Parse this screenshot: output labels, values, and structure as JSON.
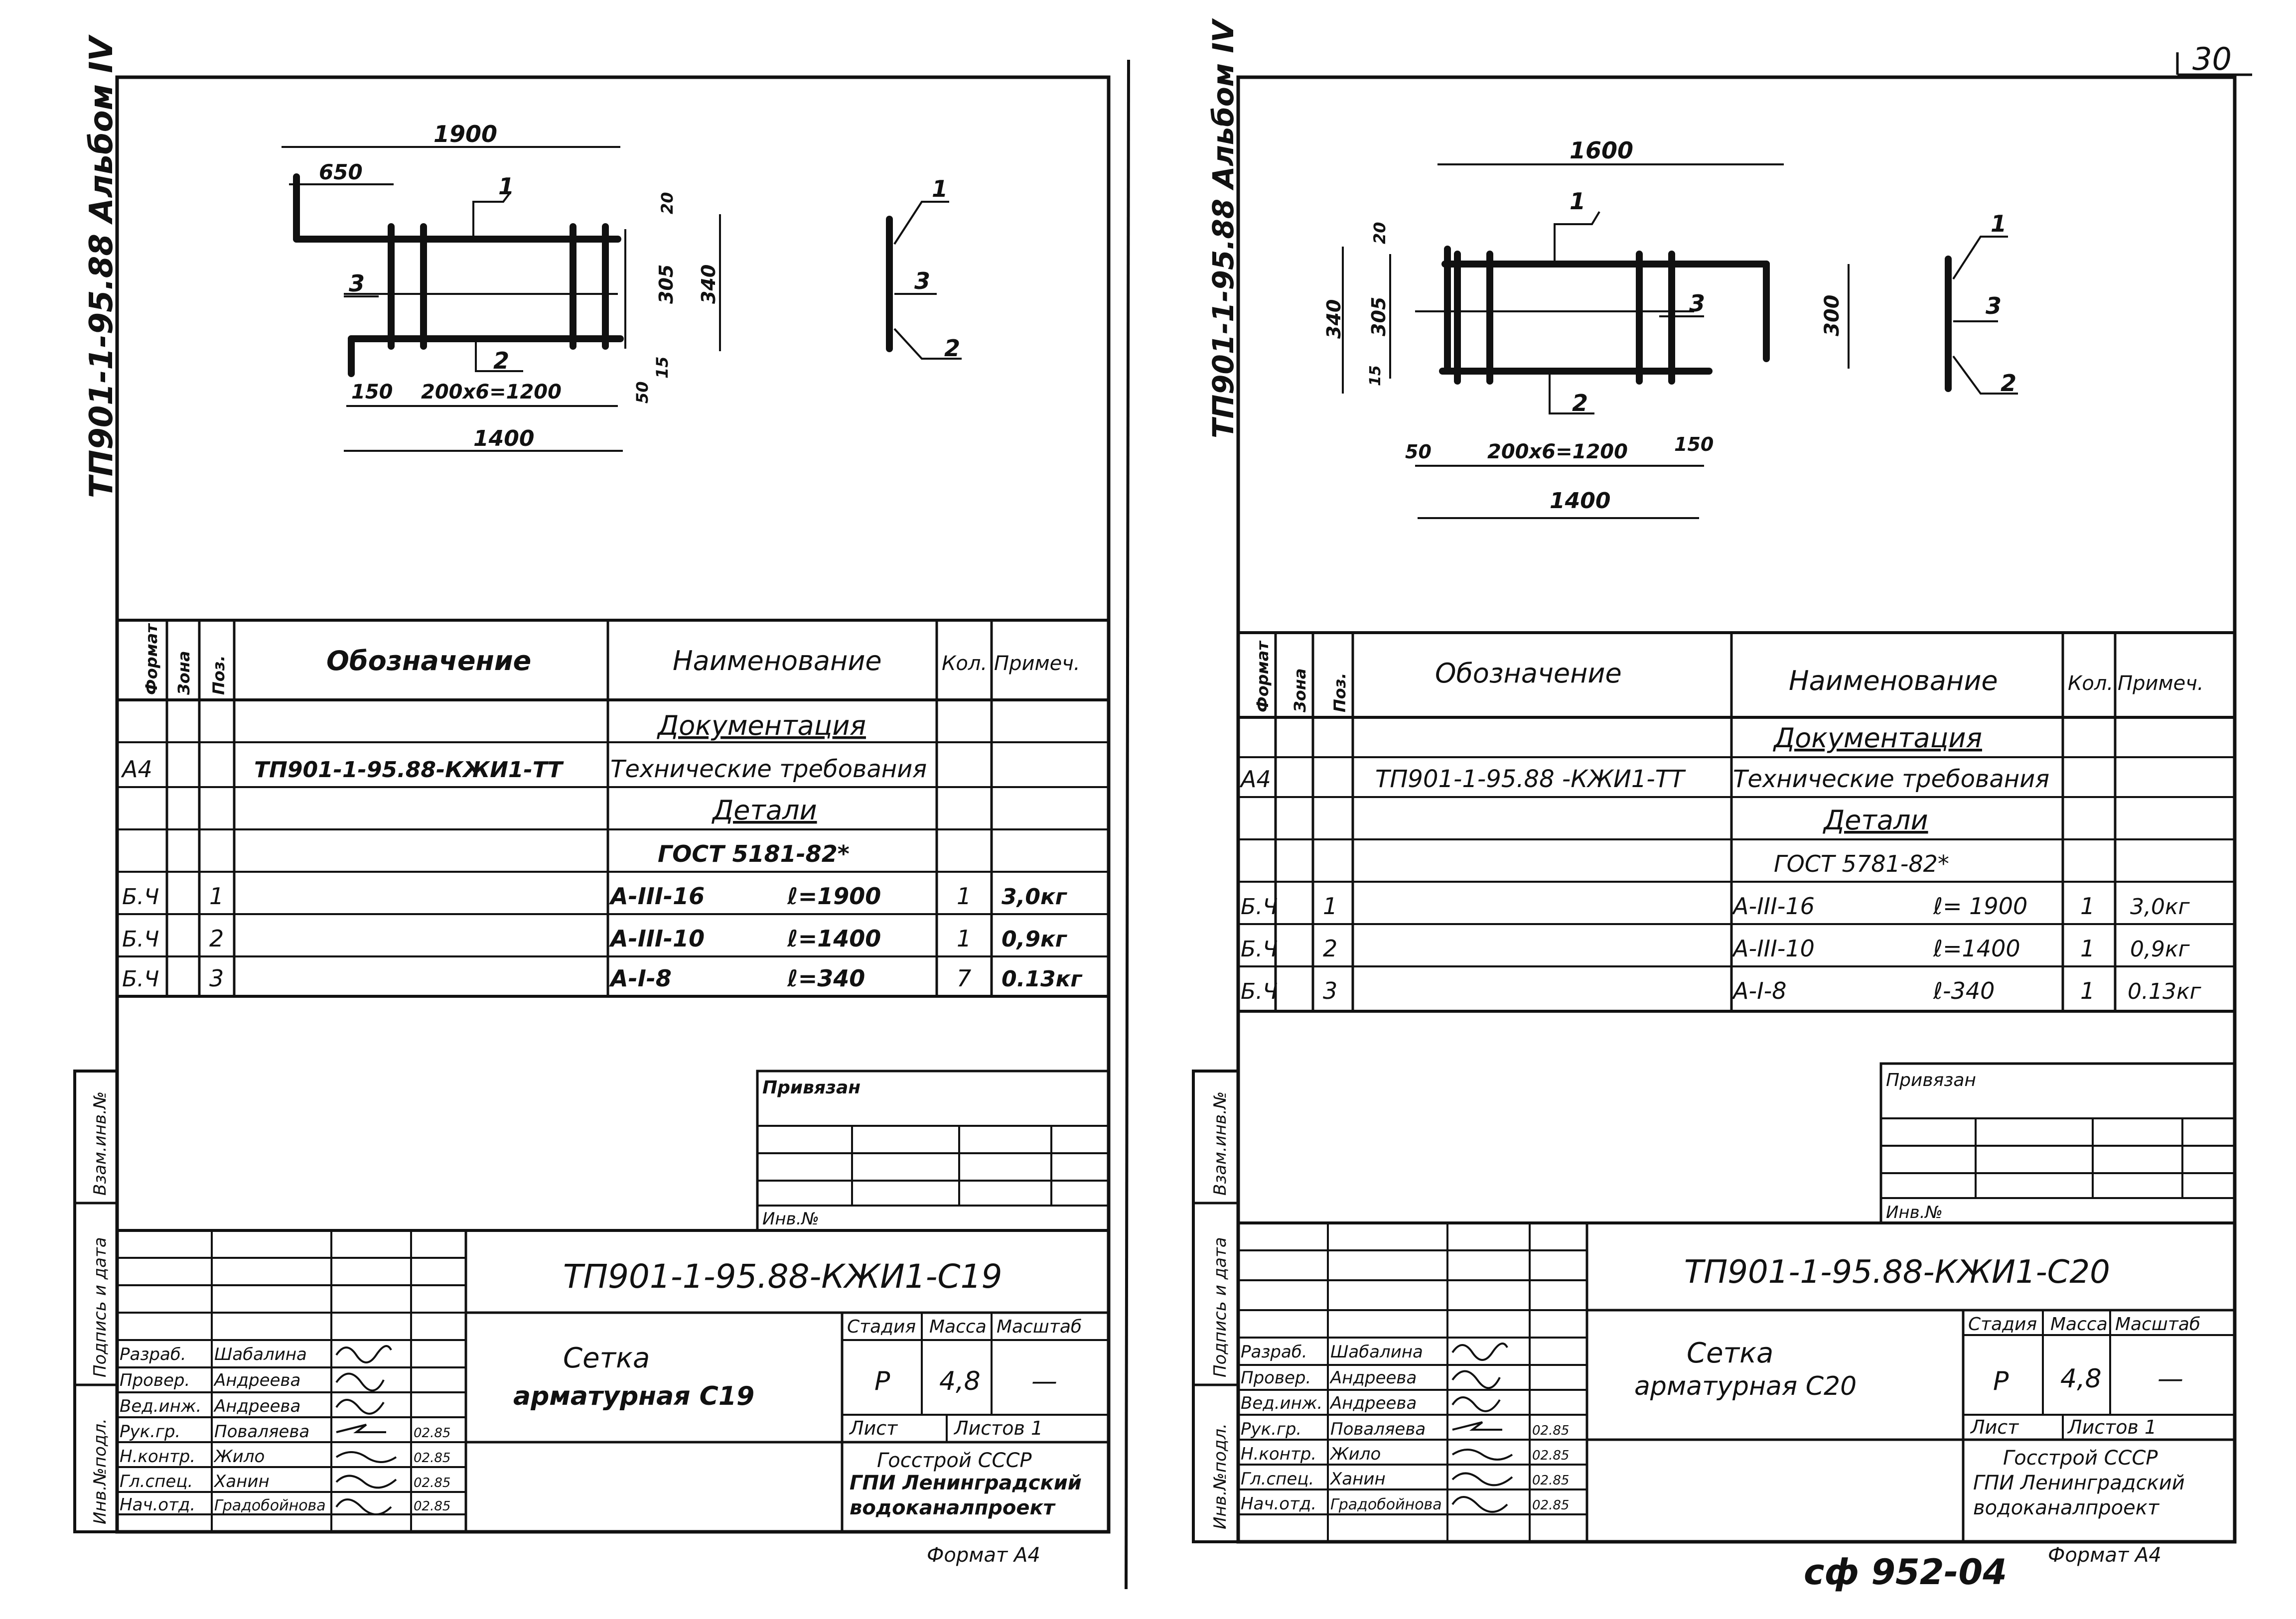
{
  "page": {
    "page_number": "30",
    "doc_code": "сф 952-04"
  },
  "sheets": [
    {
      "side_label": "ТП901-1-95.88 Альбом IV",
      "drawing": {
        "dims": {
          "overall_top": "1900",
          "left_offset": "650",
          "spacing": "200x6=1200",
          "end_left": "150",
          "bottom_total": "1400",
          "end_right": "50",
          "height_inner": "305",
          "height_total": "340",
          "top_gap": "20",
          "bottom_gap": "15"
        },
        "callouts": {
          "c1": "1",
          "c2": "2",
          "c3": "3"
        },
        "section": {
          "c1": "1",
          "c2": "2",
          "c3": "3"
        }
      },
      "spec": {
        "headers": {
          "format": "Формат",
          "zone": "Зона",
          "pos": "Поз.",
          "designation": "Обозначение",
          "name": "Наименование",
          "qty": "Кол.",
          "note": "Примеч."
        },
        "rows": [
          {
            "format": "",
            "pos": "",
            "designation": "",
            "name": "Документация",
            "len": "",
            "qty": "",
            "note": ""
          },
          {
            "format": "А4",
            "pos": "",
            "designation": "ТП901-1-95.88-КЖИ1-ТТ",
            "name": "Технические требования",
            "len": "",
            "qty": "",
            "note": ""
          },
          {
            "format": "",
            "pos": "",
            "designation": "",
            "name": "Детали",
            "len": "",
            "qty": "",
            "note": ""
          },
          {
            "format": "",
            "pos": "",
            "designation": "",
            "name": "ГОСТ 5181-82*",
            "len": "",
            "qty": "",
            "note": ""
          },
          {
            "format": "Б.Ч",
            "pos": "1",
            "designation": "",
            "name": "А-III-16",
            "len": "ℓ=1900",
            "qty": "1",
            "note": "3,0кг"
          },
          {
            "format": "Б.Ч",
            "pos": "2",
            "designation": "",
            "name": "А-III-10",
            "len": "ℓ=1400",
            "qty": "1",
            "note": "0,9кг"
          },
          {
            "format": "Б.Ч",
            "pos": "3",
            "designation": "",
            "name": "А-I-8",
            "len": "ℓ=340",
            "qty": "7",
            "note": "0.13кг"
          }
        ]
      },
      "binding": {
        "title": "Привязан",
        "inv": "Инв.№"
      },
      "side_stamp": {
        "a": "Взам.инв.№",
        "b": "Подпись и дата",
        "c": "Инв.№подл."
      },
      "title_block": {
        "code": "ТП901-1-95.88-КЖИ1-С19",
        "name_line1": "Сетка",
        "name_line2": "арматурная С19",
        "stage_h": "Стадия",
        "mass_h": "Масса",
        "scale_h": "Масштаб",
        "stage": "Р",
        "mass": "4,8",
        "scale": "—",
        "sheet_h": "Лист",
        "sheets_h": "Листов 1",
        "org1": "Госстрой СССР",
        "org2": "ГПИ Ленинградский",
        "org3": "водоканалпроект",
        "format": "Формат А4",
        "people": [
          {
            "role": "Разраб.",
            "name": "Шабалина",
            "date": ""
          },
          {
            "role": "Провер.",
            "name": "Андреева",
            "date": ""
          },
          {
            "role": "Вед.инж.",
            "name": "Андреева",
            "date": ""
          },
          {
            "role": "Рук.гр.",
            "name": "Поваляева",
            "date": "02.85"
          },
          {
            "role": "Н.контр.",
            "name": "Жило",
            "date": "02.85"
          },
          {
            "role": "Гл.спец.",
            "name": "Ханин",
            "date": "02.85"
          },
          {
            "role": "Нач.отд.",
            "name": "Градобойнова",
            "date": "02.85"
          }
        ]
      }
    },
    {
      "side_label": "ТП901-1-95.88 Альбом IV",
      "drawing": {
        "dims": {
          "overall_top": "1600",
          "spacing": "200x6=1200",
          "end_left": "50",
          "end_right": "150",
          "bottom_total": "1400",
          "height_inner": "305",
          "height_total": "340",
          "top_gap": "20",
          "bottom_gap": "15",
          "right_height": "300"
        },
        "callouts": {
          "c1": "1",
          "c2": "2",
          "c3": "3"
        },
        "section": {
          "c1": "1",
          "c2": "2",
          "c3": "3"
        }
      },
      "spec": {
        "headers": {
          "format": "Формат",
          "zone": "Зона",
          "pos": "Поз.",
          "designation": "Обозначение",
          "name": "Наименование",
          "qty": "Кол.",
          "note": "Примеч."
        },
        "rows": [
          {
            "format": "",
            "pos": "",
            "designation": "",
            "name": "Документация",
            "len": "",
            "qty": "",
            "note": ""
          },
          {
            "format": "А4",
            "pos": "",
            "designation": "ТП901-1-95.88 -КЖИ1-ТТ",
            "name": "Технические требования",
            "len": "",
            "qty": "",
            "note": ""
          },
          {
            "format": "",
            "pos": "",
            "designation": "",
            "name": "Детали",
            "len": "",
            "qty": "",
            "note": ""
          },
          {
            "format": "",
            "pos": "",
            "designation": "",
            "name": "ГОСТ 5781-82*",
            "len": "",
            "qty": "",
            "note": ""
          },
          {
            "format": "Б.Ч",
            "pos": "1",
            "designation": "",
            "name": "А-III-16",
            "len": "ℓ= 1900",
            "qty": "1",
            "note": "3,0кг"
          },
          {
            "format": "Б.Ч",
            "pos": "2",
            "designation": "",
            "name": "А-III-10",
            "len": "ℓ=1400",
            "qty": "1",
            "note": "0,9кг"
          },
          {
            "format": "Б.Ч",
            "pos": "3",
            "designation": "",
            "name": "А-I-8",
            "len": "ℓ-340",
            "qty": "1",
            "note": "0.13кг"
          }
        ]
      },
      "binding": {
        "title": "Привязан",
        "inv": "Инв.№"
      },
      "side_stamp": {
        "a": "Взам.инв.№",
        "b": "Подпись и дата",
        "c": "Инв.№подл."
      },
      "title_block": {
        "code": "ТП901-1-95.88-КЖИ1-С20",
        "name_line1": "Сетка",
        "name_line2": "арматурная С20",
        "stage_h": "Стадия",
        "mass_h": "Масса",
        "scale_h": "Масштаб",
        "stage": "Р",
        "mass": "4,8",
        "scale": "—",
        "sheet_h": "Лист",
        "sheets_h": "Листов 1",
        "org1": "Госстрой СССР",
        "org2": "ГПИ Ленинградский",
        "org3": "водоканалпроект",
        "format": "Формат А4",
        "people": [
          {
            "role": "Разраб.",
            "name": "Шабалина",
            "date": ""
          },
          {
            "role": "Провер.",
            "name": "Андреева",
            "date": ""
          },
          {
            "role": "Вед.инж.",
            "name": "Андреева",
            "date": ""
          },
          {
            "role": "Рук.гр.",
            "name": "Поваляева",
            "date": "02.85"
          },
          {
            "role": "Н.контр.",
            "name": "Жило",
            "date": "02.85"
          },
          {
            "role": "Гл.спец.",
            "name": "Ханин",
            "date": "02.85"
          },
          {
            "role": "Нач.отд.",
            "name": "Градобойнова",
            "date": "02.85"
          }
        ]
      }
    }
  ]
}
